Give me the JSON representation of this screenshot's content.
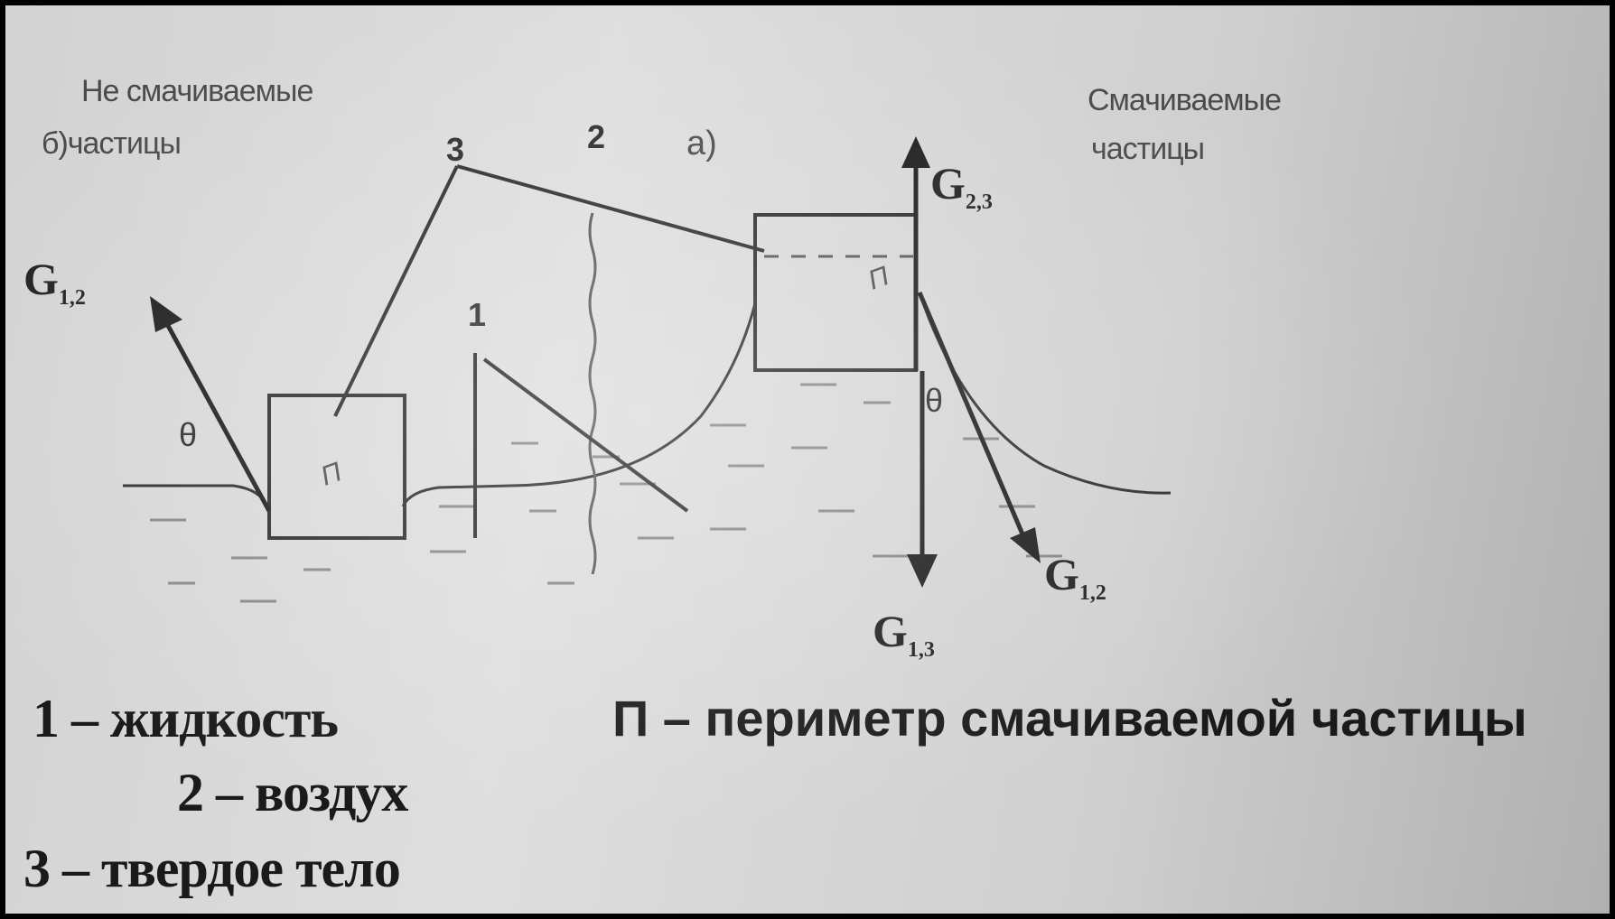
{
  "labels": {
    "nonwet_line1": "Не смачиваемые",
    "nonwet_line2": "б)частицы",
    "wet_line1": "Смачиваемые",
    "wet_line2": "частицы",
    "num3": "3",
    "num2": "2",
    "sub_a": "а)",
    "num1": "1",
    "perimeter_left": "П",
    "perimeter_right": "П",
    "theta_left": "θ",
    "theta_right": "θ"
  },
  "forces": {
    "left": {
      "base": "G",
      "sub": "1,2"
    },
    "top": {
      "base": "G",
      "sub": "2,3"
    },
    "right_down": {
      "base": "G",
      "sub": "1,2"
    },
    "bottom": {
      "base": "G",
      "sub": "1,3"
    }
  },
  "legend": {
    "item1": "1 – жидкость",
    "item2": "2 – воздух",
    "item3": "3 – твердое тело",
    "perimeter": "П – периметр смачиваемой частицы"
  }
}
